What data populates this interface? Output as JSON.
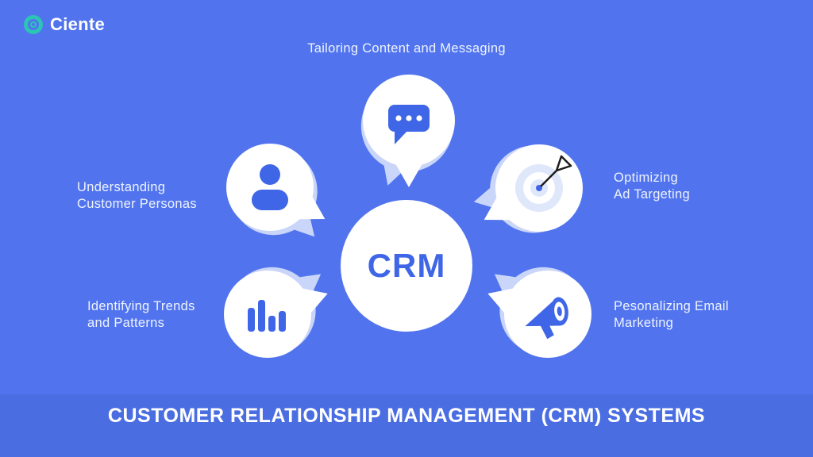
{
  "colors": {
    "background": "#5174ee",
    "footer_band": "#4a6de2",
    "accent_blue": "#4066e8",
    "light_ring_blue": "#dde6fb",
    "logo_teal": "#2bc4b5",
    "text_white": "#eef3ff"
  },
  "logo": {
    "text": "Ciente",
    "icon": "ciente-ring-icon"
  },
  "center": {
    "label": "CRM"
  },
  "satellites": [
    {
      "id": "messaging",
      "icon": "chat-bubble-icon",
      "lines": [
        "Tailoring Content and Messaging"
      ]
    },
    {
      "id": "personas",
      "icon": "user-icon",
      "lines": [
        "Understanding",
        "Customer Personas"
      ]
    },
    {
      "id": "ad-targeting",
      "icon": "dart-target-icon",
      "lines": [
        "Optimizing",
        "Ad Targeting"
      ]
    },
    {
      "id": "trends",
      "icon": "bar-chart-icon",
      "lines": [
        "Identifying Trends",
        "and Patterns"
      ]
    },
    {
      "id": "email",
      "icon": "megaphone-icon",
      "lines": [
        "Pesonalizing Email",
        "Marketing"
      ]
    }
  ],
  "footer": {
    "title": "CUSTOMER RELATIONSHIP MANAGEMENT (CRM) SYSTEMS"
  }
}
